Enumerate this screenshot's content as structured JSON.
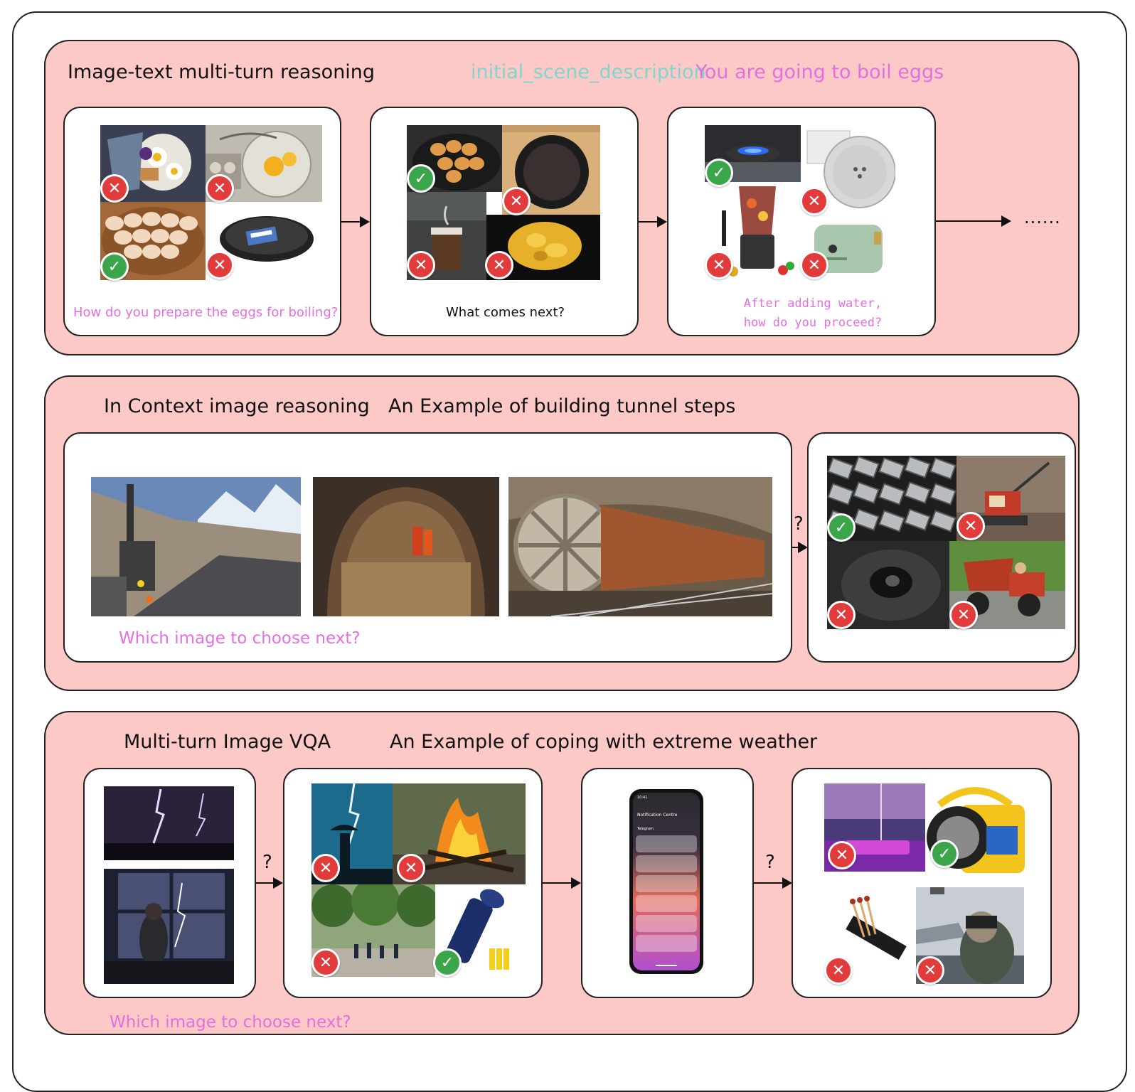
{
  "section1": {
    "title": "Image-text multi-turn reasoning",
    "scene_key": "initial_scene_description",
    "scene_value": "You are going to boil eggs",
    "card1_question": "How do you prepare the eggs for boiling?",
    "card2_question": "What comes next?",
    "card3_question_line1": "After adding water,",
    "card3_question_line2": "how do you proceed?",
    "continuation": "......"
  },
  "section2": {
    "title": "In Context image reasoning",
    "subtitle": "An Example of building tunnel steps",
    "question": "Which image to choose next?",
    "qmark": "?"
  },
  "section3": {
    "title": "Multi-turn Image VQA",
    "subtitle": "An Example of coping with extreme weather",
    "question": "Which image to choose next?",
    "qmark1": "?",
    "qmark2": "?",
    "phone_header": "Notification Centre",
    "phone_app": "Telegram",
    "phone_time": "10:41"
  },
  "colors": {
    "section_bg": "#fcc9c7",
    "question_pink": "#e46fe0",
    "key_teal": "#7fd6cf",
    "wrong_badge": "#e23b3b",
    "correct_badge": "#3ba54a"
  },
  "icons": {
    "wrong": "cross-badge-icon",
    "correct": "check-badge-icon"
  },
  "badge_symbols": {
    "wrong": "✕",
    "correct": "✓"
  }
}
